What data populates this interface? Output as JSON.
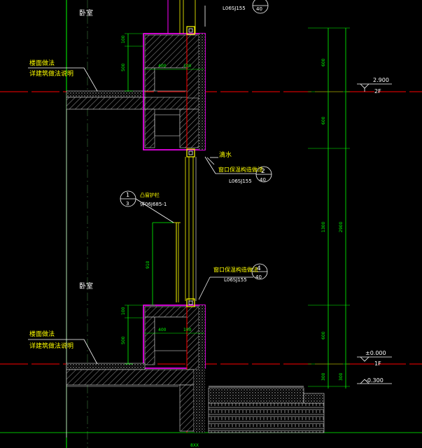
{
  "rooms": {
    "upper": "卧室",
    "lower": "卧室"
  },
  "floor_notes": {
    "upper_line1": "楼面做法",
    "upper_line2": "详建筑做法说明",
    "lower_line1": "楼面做法",
    "lower_line2": "详建筑做法说明"
  },
  "callouts": {
    "top_ref": "L06SJ155",
    "top_sheet": "40",
    "drip": "滴水",
    "window_mid_label": "窗口保温构造做法",
    "window_mid_num": "2",
    "window_mid_ref": "L06SJ155",
    "window_mid_sheet": "40",
    "guard_label": "凸窗护栏",
    "guard_ref": "详06J685-1",
    "guard_num": "1",
    "guard_sub": "3",
    "window_low_label": "窗口保温构造做法",
    "window_low_num": "4",
    "window_low_ref": "L06SJ155",
    "window_low_sheet": "40"
  },
  "levels": [
    {
      "value": "2.900",
      "name": "2F"
    },
    {
      "value": "±0.000",
      "name": "1F"
    },
    {
      "value": "-0.300",
      "name": ""
    }
  ],
  "dimensions": {
    "upper_100": "100",
    "upper_500": "500",
    "upper_400": "400",
    "upper_100b": "100",
    "guard_910": "910",
    "lower_100": "100",
    "lower_500": "500",
    "lower_400": "400",
    "lower_100b": "100",
    "right_600a": "600",
    "right_600b": "600",
    "right_1300": "1300",
    "right_2900": "2900",
    "right_600c": "600",
    "right_300a": "300",
    "right_300b": "300",
    "bottom_axis": "8XX"
  },
  "colors": {
    "background": "#000000",
    "dimension": "#00ff00",
    "wall": "#ff00ff",
    "window": "#ffff00",
    "text": "#ffffff",
    "red": "#ff0000",
    "gray": "#8a8a8a"
  }
}
